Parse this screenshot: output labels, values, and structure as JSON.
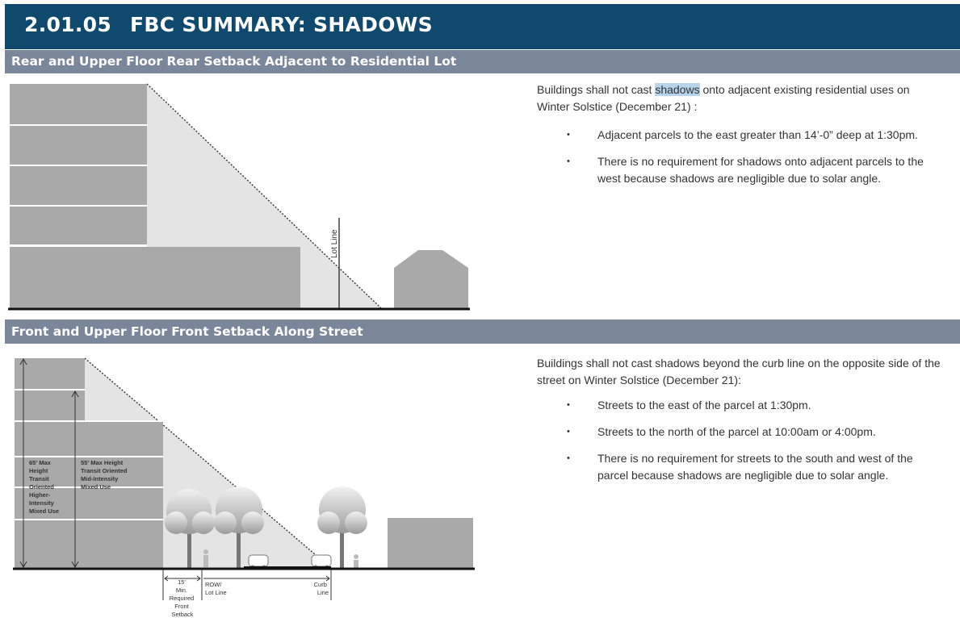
{
  "header": {
    "number": "2.01.05",
    "title": "FBC SUMMARY: SHADOWS"
  },
  "section1": {
    "heading": "Rear and Upper Floor Rear Setback Adjacent to Residential Lot",
    "intro_before": "Buildings shall not cast ",
    "intro_highlight": "shadows",
    "intro_after": " onto adjacent existing residential uses on Winter Solstice (December 21) :",
    "bullets": [
      "Adjacent parcels to the east greater than 14’-0” deep at 1:30pm.",
      "There is no requirement for shadows onto adjacent parcels to the west because shadows are negligible due to solar angle."
    ],
    "diagram": {
      "lot_line_label": "Lot Line"
    }
  },
  "section2": {
    "heading": "Front and Upper Floor Front Setback Along Street",
    "intro": "Buildings shall not cast shadows beyond the curb line on the opposite side of the street on Winter Solstice (December 21):",
    "bullets": [
      "Streets to the east of the parcel at 1:30pm.",
      "Streets to the north of the parcel at 10:00am or 4:00pm.",
      "There is no requirement for streets to the south and west of the parcel because shadows are negligible due to solar angle."
    ],
    "diagram": {
      "label_65_lines": [
        "65' Max",
        "Height",
        "Transit",
        "Oriented",
        "Higher-",
        "Intensity",
        "Mixed Use"
      ],
      "label_55_lines": [
        "55' Max Height",
        "Transit Oriented",
        "Mid-Intensity",
        "Mixed Use"
      ],
      "setback_lines": [
        "15'",
        "Min.",
        "Required",
        "Front",
        "Setback"
      ],
      "row_lines": [
        "ROW/",
        "Lot Line"
      ],
      "curb_lines": [
        "Curb",
        "Line"
      ]
    }
  }
}
